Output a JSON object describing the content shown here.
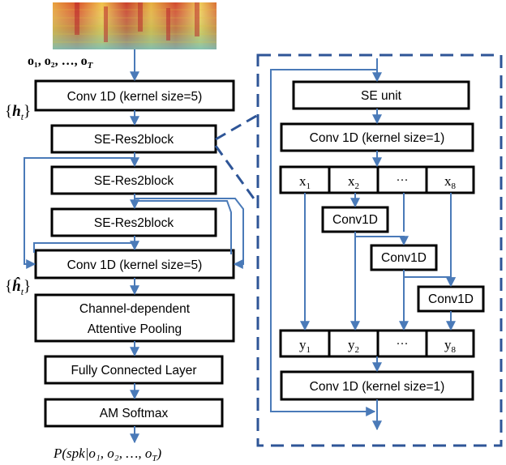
{
  "input": {
    "sequence": "o₁, o₂, …, o",
    "last_sub": "T"
  },
  "left_column": {
    "conv_in": "Conv 1D (kernel size=5)",
    "se_res2block_1": "SE-Res2block",
    "se_res2block_2": "SE-Res2block",
    "se_res2block_3": "SE-Res2block",
    "conv_mid": "Conv 1D (kernel size=5)",
    "pooling_line1": "Channel-dependent",
    "pooling_line2": "Attentive Pooling",
    "fc": "Fully Connected Layer",
    "softmax": "AM Softmax"
  },
  "annotations": {
    "h_set_open": "{",
    "h": "h",
    "h_sub": "t",
    "h_set_close": "}",
    "h_hat": "ĥ",
    "h_hat_sub": "t"
  },
  "right_panel": {
    "se_unit": "SE unit",
    "conv_top": "Conv 1D (kernel size=1)",
    "x_cells": [
      {
        "base": "x",
        "sub": "1"
      },
      {
        "base": "x",
        "sub": "2"
      },
      {
        "base": "···",
        "sub": ""
      },
      {
        "base": "x",
        "sub": "8"
      }
    ],
    "inner_conv_1": "Conv1D",
    "inner_conv_2": "Conv1D",
    "inner_conv_3": "Conv1D",
    "y_cells": [
      {
        "base": "y",
        "sub": "1"
      },
      {
        "base": "y",
        "sub": "2"
      },
      {
        "base": "···",
        "sub": ""
      },
      {
        "base": "y",
        "sub": "8"
      }
    ],
    "conv_bottom": "Conv 1D (kernel size=1)"
  },
  "output": {
    "prefix": "P(spk|o₁, o₂, …, o",
    "last_sub": "T",
    "suffix": ")"
  },
  "colors": {
    "arrow": "#4a7ab8",
    "dashed_frame": "#2e5597",
    "box_border": "#000000"
  }
}
